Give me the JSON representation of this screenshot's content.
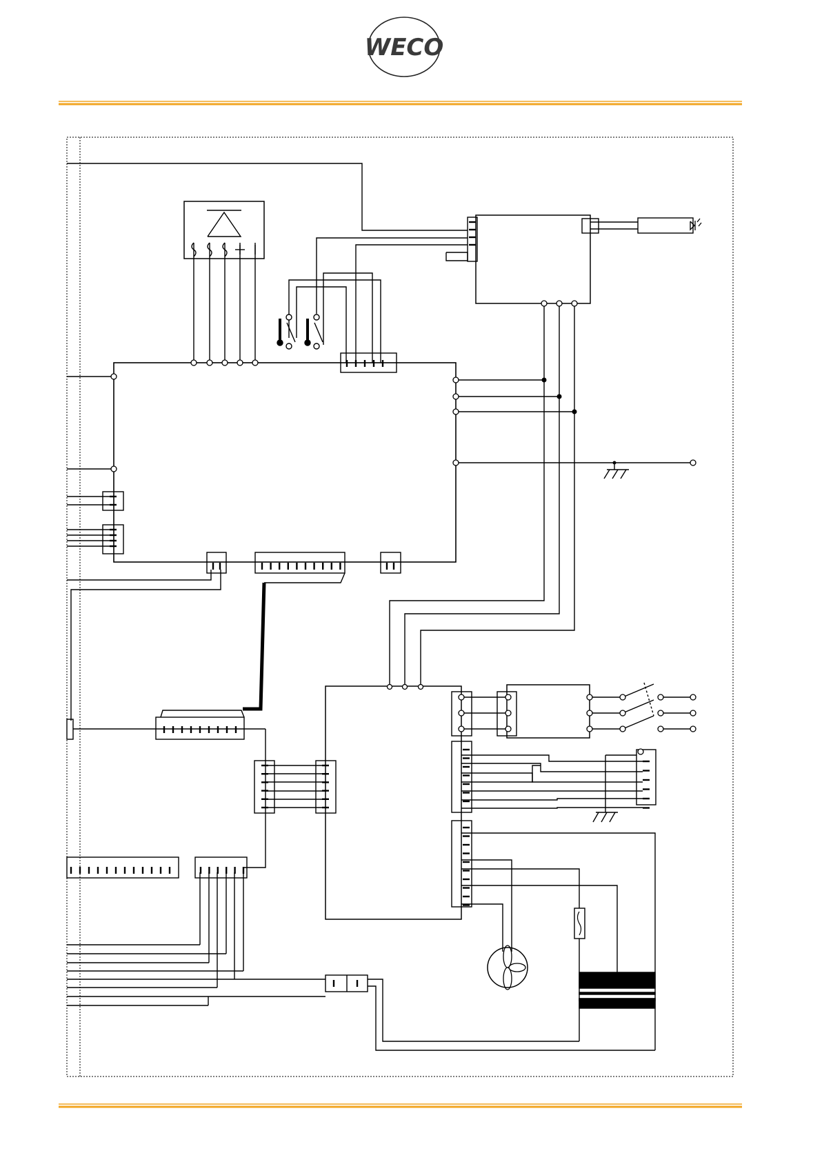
{
  "header": {
    "logo_text": "WECO",
    "rule_color": "#f2a623"
  },
  "footer": {
    "rule_color": "#f2a623"
  },
  "diagram": {
    "type": "electrical wiring schematic",
    "line_color": "#000000",
    "frame_style": "dotted",
    "components": [
      "bridge-rectifier",
      "main-control-board",
      "display-board",
      "led-lamp",
      "thermostat-switch",
      "ground-symbol",
      "power-board",
      "mains-switch",
      "terminal-block",
      "fan-motor",
      "fuse",
      "transformer",
      "connector-block",
      "ribbon-cable-connector"
    ]
  }
}
